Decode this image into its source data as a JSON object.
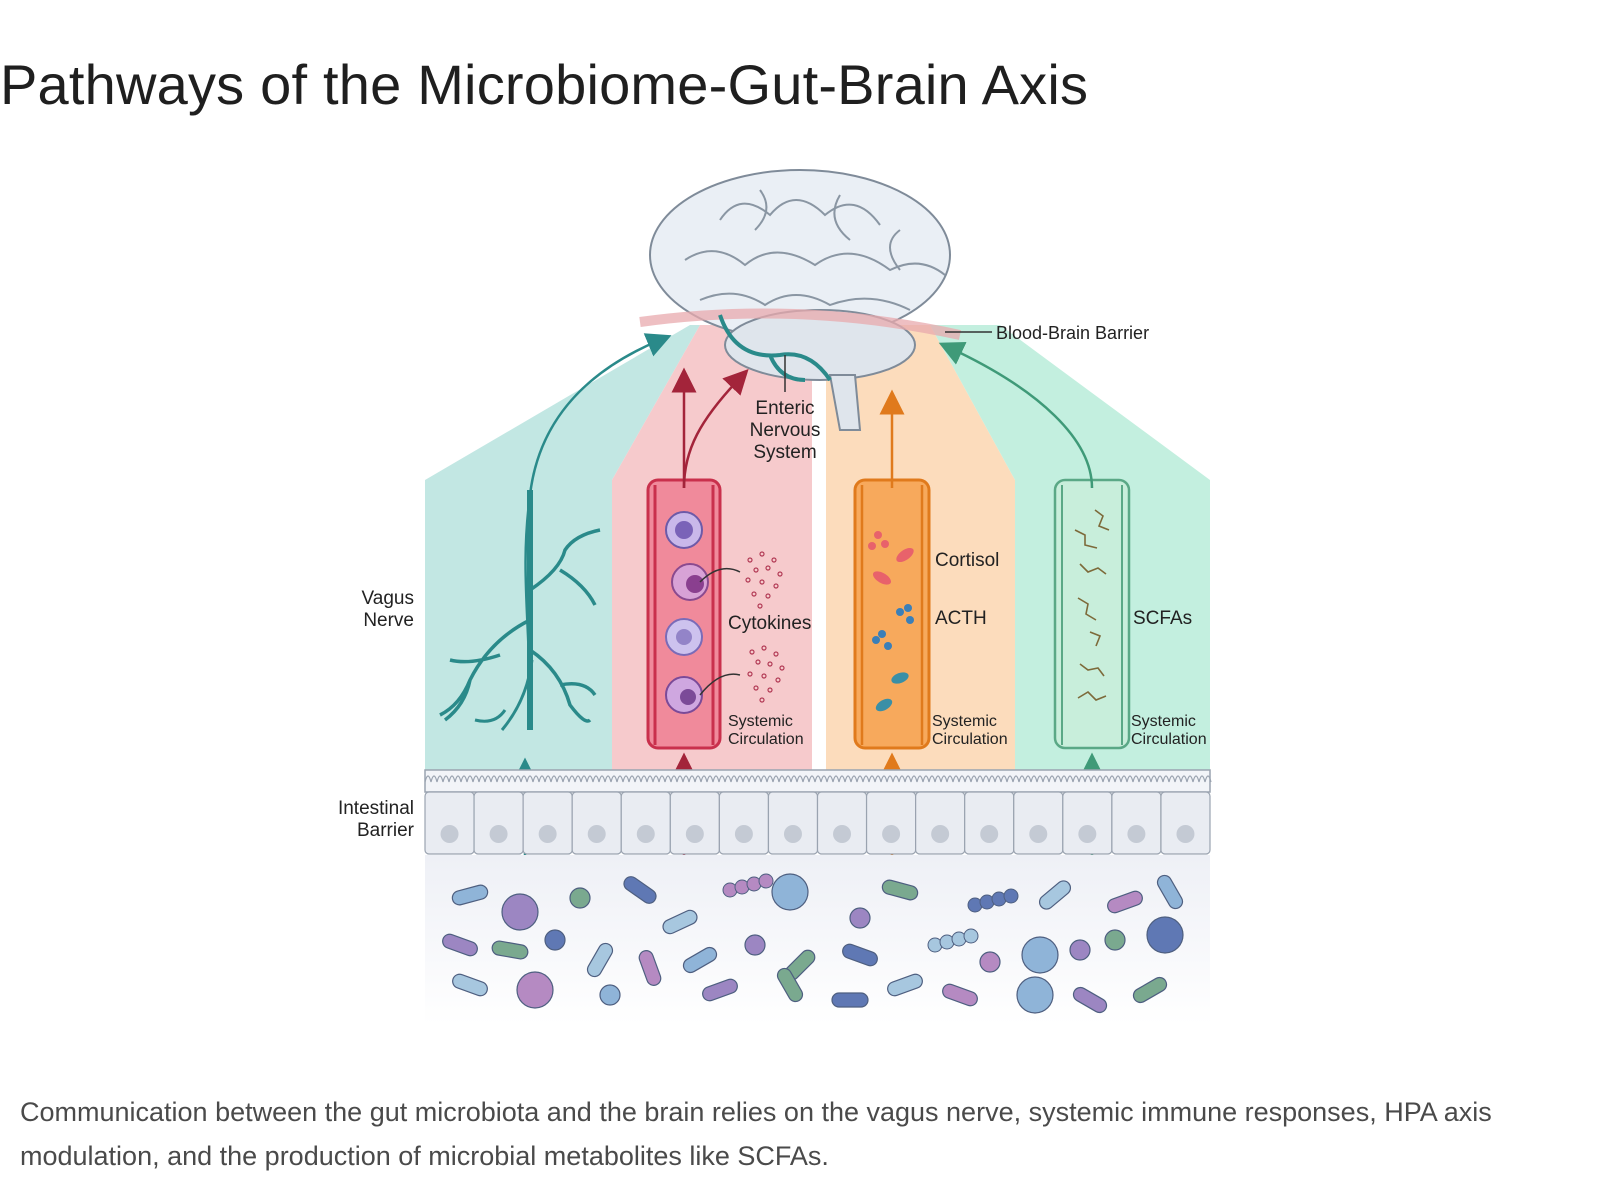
{
  "title": "Pathways of the Microbiome-Gut-Brain Axis",
  "caption": "Communication between the gut microbiota and the brain relies on the vagus nerve, systemic immune responses, HPA axis modulation, and the production of microbial metabolites like SCFAs.",
  "labels": {
    "blood_brain_barrier": "Blood-Brain Barrier",
    "enteric_line1": "Enteric",
    "enteric_line2": "Nervous",
    "enteric_line3": "System",
    "vagus_line1": "Vagus",
    "vagus_line2": "Nerve",
    "intestinal_line1": "Intestinal",
    "intestinal_line2": "Barrier",
    "cytokines": "Cytokines",
    "cortisol": "Cortisol",
    "acth": "ACTH",
    "scfas": "SCFAs",
    "systemic": "Systemic",
    "circulation": "Circulation"
  },
  "colors": {
    "vagus_panel": "#bfe6e2",
    "immune_panel": "#f7c9cb",
    "hpa_panel": "#fbd9b6",
    "scfa_panel": "#bfeedd",
    "nerve": "#2a8a8a",
    "immune_vessel": "#d94a62",
    "hpa_vessel": "#f29a4a",
    "scfa_vessel": "#b5e6cf",
    "brain": "#e9eef4"
  }
}
